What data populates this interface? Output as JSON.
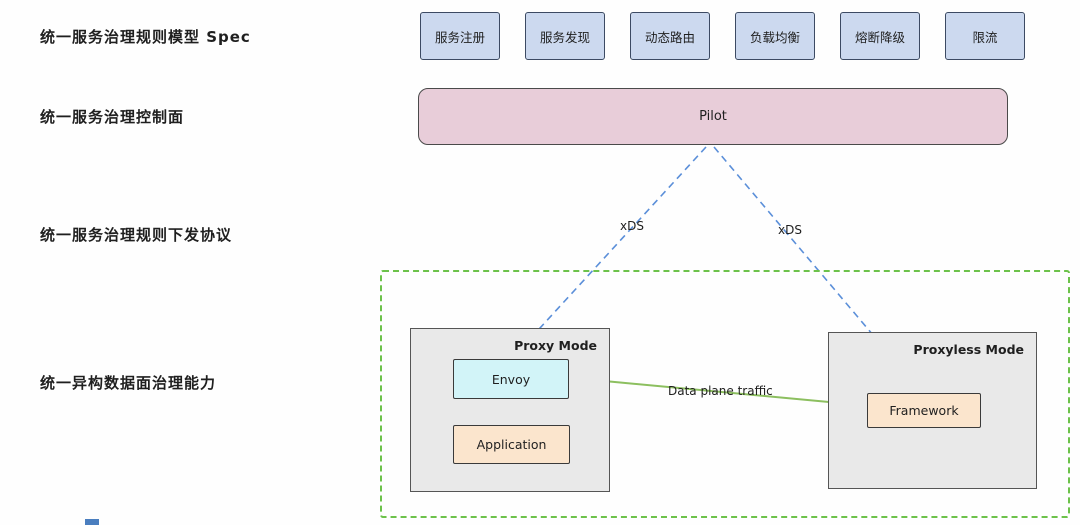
{
  "rows": {
    "spec_label": "统一服务治理规则模型 Spec",
    "control_plane_label": "统一服务治理控制面",
    "protocol_label": "统一服务治理规则下发协议",
    "data_plane_label": "统一异构数据面治理能力"
  },
  "capabilities": [
    "服务注册",
    "服务发现",
    "动态路由",
    "负载均衡",
    "熔断降级",
    "限流"
  ],
  "pilot": {
    "label": "Pilot"
  },
  "protocol": {
    "left_label": "xDS",
    "right_label": "xDS"
  },
  "proxy_mode": {
    "title": "Proxy Mode",
    "envoy_label": "Envoy",
    "application_label": "Application"
  },
  "proxyless_mode": {
    "title": "Proxyless Mode",
    "framework_label": "Framework"
  },
  "traffic": {
    "label": "Data plane traffic"
  },
  "colors": {
    "capability_fill": "#ccd9ef",
    "capability_border": "#3c4a63",
    "pilot_fill": "#e8cdd9",
    "pilot_border": "#4a4a4a",
    "mode_fill": "#e9e9e9",
    "mode_border": "#555555",
    "envoy_fill": "#d2f4f8",
    "box_border": "#3a3a3a",
    "warm_fill": "#fbe5cd",
    "mesh_border": "#6cc24a",
    "xds_arrow": "#5b8fd9",
    "traffic_arrow": "#8cbf5f",
    "text": "#1f1f1f"
  }
}
